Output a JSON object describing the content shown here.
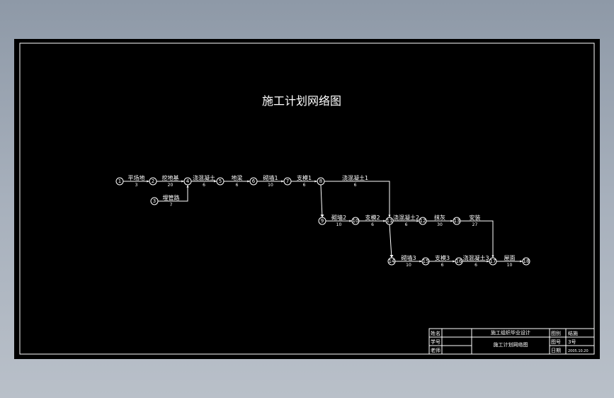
{
  "title": "施工计划网络图",
  "colors": {
    "page_background": "#9aa4b1",
    "sheet": "#000000",
    "lines": "#ffffff"
  },
  "nodes": [
    "1",
    "2",
    "3",
    "4",
    "5",
    "6",
    "7",
    "8",
    "9",
    "10",
    "11",
    "12",
    "13",
    "14",
    "15",
    "16",
    "17",
    "18"
  ],
  "activities": [
    {
      "from": "1",
      "to": "2",
      "name": "平场地",
      "duration": "3"
    },
    {
      "from": "2",
      "to": "4",
      "name": "挖地基",
      "duration": "20"
    },
    {
      "from": "3",
      "to": "4",
      "name": "埋管路",
      "duration": "7"
    },
    {
      "from": "4",
      "to": "5",
      "name": "浇混凝土",
      "duration": "6"
    },
    {
      "from": "5",
      "to": "6",
      "name": "地梁",
      "duration": "6"
    },
    {
      "from": "6",
      "to": "7",
      "name": "砌墙1",
      "duration": "10"
    },
    {
      "from": "7",
      "to": "8",
      "name": "支模1",
      "duration": "6"
    },
    {
      "from": "8",
      "to": "11",
      "name": "浇混凝土1",
      "duration": "6"
    },
    {
      "from": "9",
      "to": "10",
      "name": "砌墙2",
      "duration": "10"
    },
    {
      "from": "10",
      "to": "11",
      "name": "支模2",
      "duration": "6"
    },
    {
      "from": "11",
      "to": "12",
      "name": "浇混凝土2",
      "duration": "6"
    },
    {
      "from": "12",
      "to": "13",
      "name": "抹灰",
      "duration": "30"
    },
    {
      "from": "13",
      "to": "17",
      "name": "安装",
      "duration": "27"
    },
    {
      "from": "14",
      "to": "15",
      "name": "砌墙3",
      "duration": "10"
    },
    {
      "from": "15",
      "to": "16",
      "name": "支模3",
      "duration": "6"
    },
    {
      "from": "16",
      "to": "17",
      "name": "浇混凝土3",
      "duration": "6"
    },
    {
      "from": "17",
      "to": "18",
      "name": "屋面",
      "duration": "10"
    }
  ],
  "title_block": {
    "name_label": "姓名",
    "class_label": "学号",
    "advisor_label": "老师",
    "project": "施工组织毕业设计",
    "drawing_name": "施工计划网络图",
    "drawing_label": "图别",
    "drawing_value": "结施",
    "number_label": "图号",
    "number_value": "3号",
    "date_label": "日期",
    "date_value": "2005.10.20"
  }
}
